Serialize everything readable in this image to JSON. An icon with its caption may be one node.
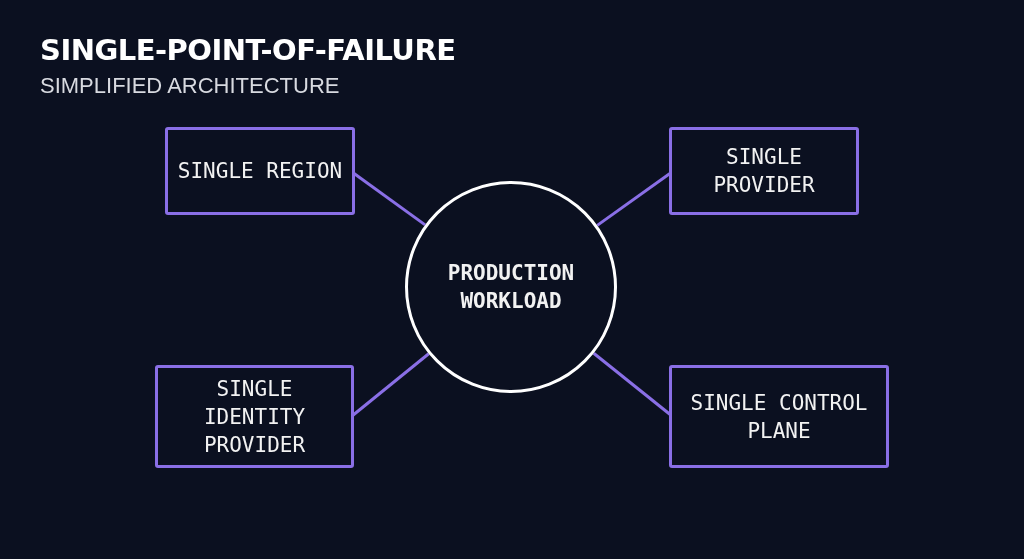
{
  "diagram": {
    "title": "SINGLE-POINT-OF-FAILURE",
    "caption": "SIMPLIFIED ARCHITECTURE",
    "nodes": [
      {
        "text": [
          "SINGLE REGION"
        ]
      },
      {
        "text": [
          "SINGLE PROVIDER"
        ]
      },
      {
        "text": [
          "PRODUCTION WORKLOAD"
        ]
      },
      {
        "text": [
          "SINGLE IDENTITY PROVIDER"
        ]
      },
      {
        "text": [
          "SINGLE CONTROL PLANE"
        ]
      }
    ],
    "edges": [
      {
        "from": 2,
        "to": 0,
        "arrow": "none"
      },
      {
        "from": 2,
        "to": 1,
        "arrow": "none"
      },
      {
        "from": 2,
        "to": 3,
        "arrow": "none"
      },
      {
        "from": 2,
        "to": 4,
        "arrow": "none"
      }
    ]
  }
}
